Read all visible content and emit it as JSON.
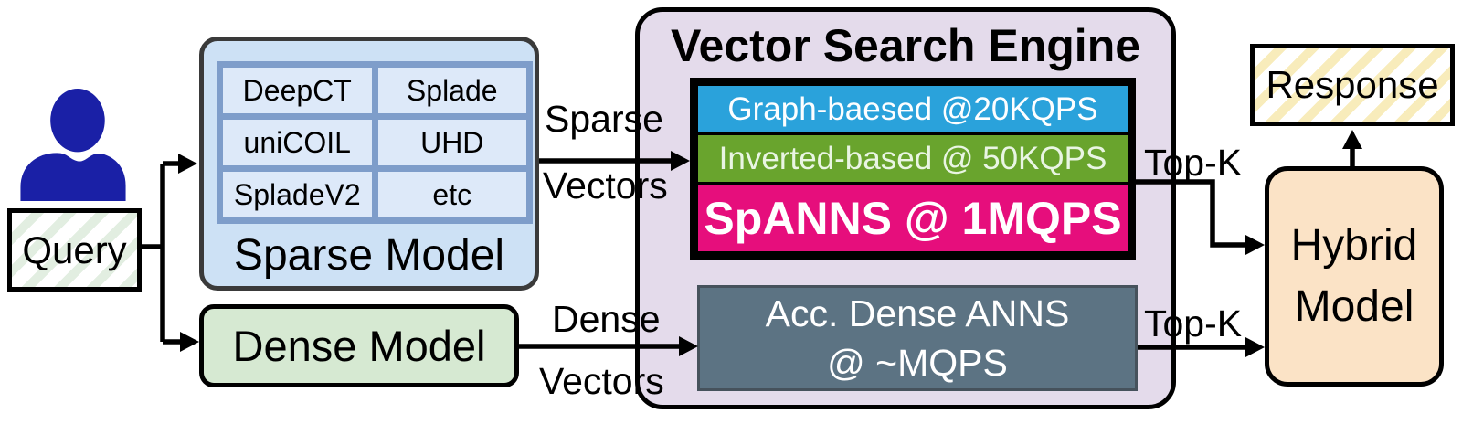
{
  "query": {
    "label": "Query"
  },
  "sparse_model": {
    "caption": "Sparse Model",
    "rows": [
      [
        "DeepCT",
        "Splade"
      ],
      [
        "uniCOIL",
        "UHD"
      ],
      [
        "SpladeV2",
        "etc"
      ]
    ]
  },
  "dense_model": {
    "caption": "Dense Model"
  },
  "edge_labels": {
    "sparse_line1": "Sparse",
    "sparse_line2": "Vectors",
    "dense_line1": "Dense",
    "dense_line2": "Vectors",
    "topk_sparse": "Top-K",
    "topk_dense": "Top-K"
  },
  "vector_search_engine": {
    "title": "Vector Search Engine",
    "sparse_anns_rows": [
      {
        "label": "Graph-baesed @20KQPS"
      },
      {
        "label": "Inverted-based @ 50KQPS"
      },
      {
        "label": "SpANNS @ 1MQPS"
      }
    ],
    "dense_anns": {
      "line1": "Acc. Dense ANNS",
      "line2": "@ ~MQPS"
    }
  },
  "hybrid_model": {
    "line1": "Hybrid",
    "line2": "Model"
  },
  "response": {
    "label": "Response"
  },
  "colors": {
    "user_icon": "#1a20a6",
    "query_stripe": "#e2eee1",
    "sparse_box_fill": "#cde1f5",
    "sparse_cell_fill": "#dde9f9",
    "sparse_cell_border": "#7e9dca",
    "dense_box_fill": "#d6e9d2",
    "vse_fill": "#e4dbeb",
    "graph_row_fill": "#2aa2db",
    "inverted_row_fill": "#69a42d",
    "spanns_row_fill": "#e60e7c",
    "dense_anns_fill": "#5c7383",
    "hybrid_fill": "#fbe3c6",
    "response_stripe": "#f8ecbb"
  }
}
